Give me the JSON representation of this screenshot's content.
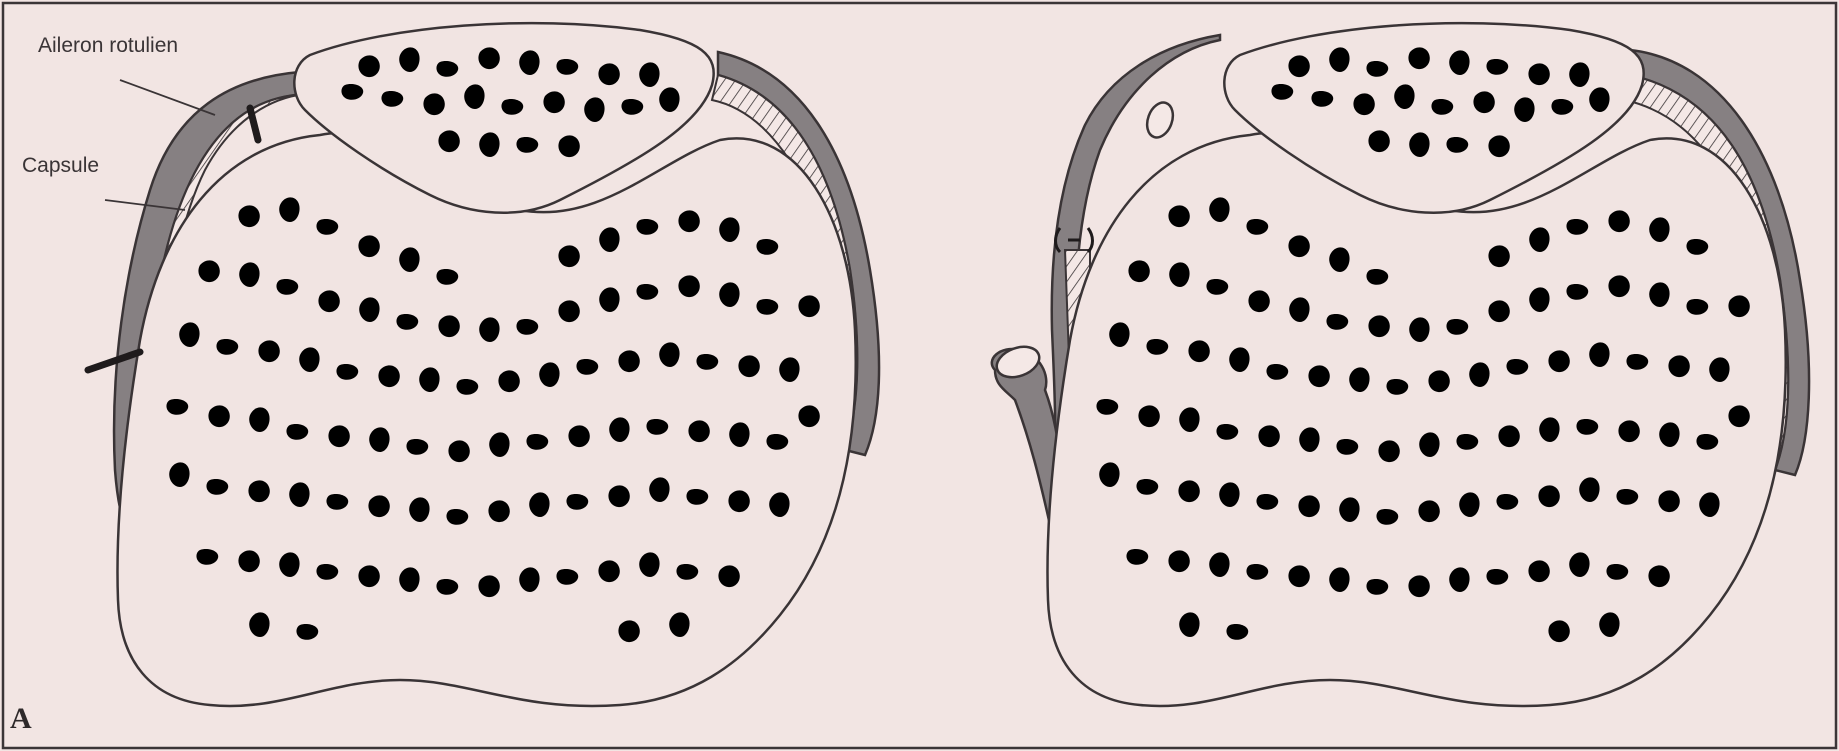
{
  "labels": {
    "aileron": "Aileron rotulien",
    "capsule": "Capsule"
  },
  "panel_letter": "A",
  "colors": {
    "page": "#f2e5e3",
    "bone": "#f1e4e2",
    "retinaculum": "#868082",
    "ink": "#3a3436"
  }
}
